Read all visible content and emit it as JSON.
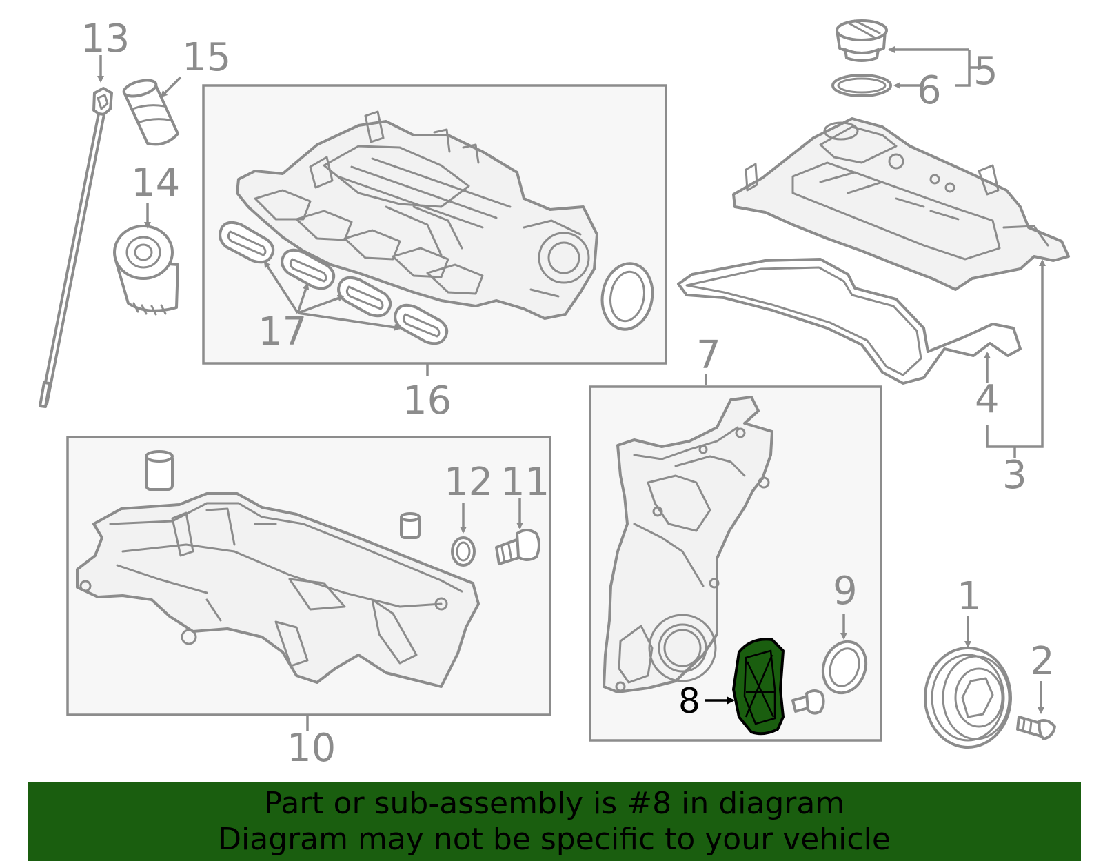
{
  "callouts": {
    "c1": "1",
    "c2": "2",
    "c3": "3",
    "c4": "4",
    "c5": "5",
    "c6": "6",
    "c7": "7",
    "c8": "8",
    "c9": "9",
    "c10": "10",
    "c11": "11",
    "c12": "12",
    "c13": "13",
    "c14": "14",
    "c15": "15",
    "c16": "16",
    "c17": "17"
  },
  "highlight": {
    "part_number": "8",
    "color": "#1a5e0f"
  },
  "banner": {
    "line1": "Part or sub-assembly is #8 in diagram",
    "line2": "Diagram may not be specific to your vehicle",
    "background": "#1a5e0f"
  },
  "colors": {
    "line": "#8c8c8c",
    "box_fill": "#f7f7f7"
  }
}
